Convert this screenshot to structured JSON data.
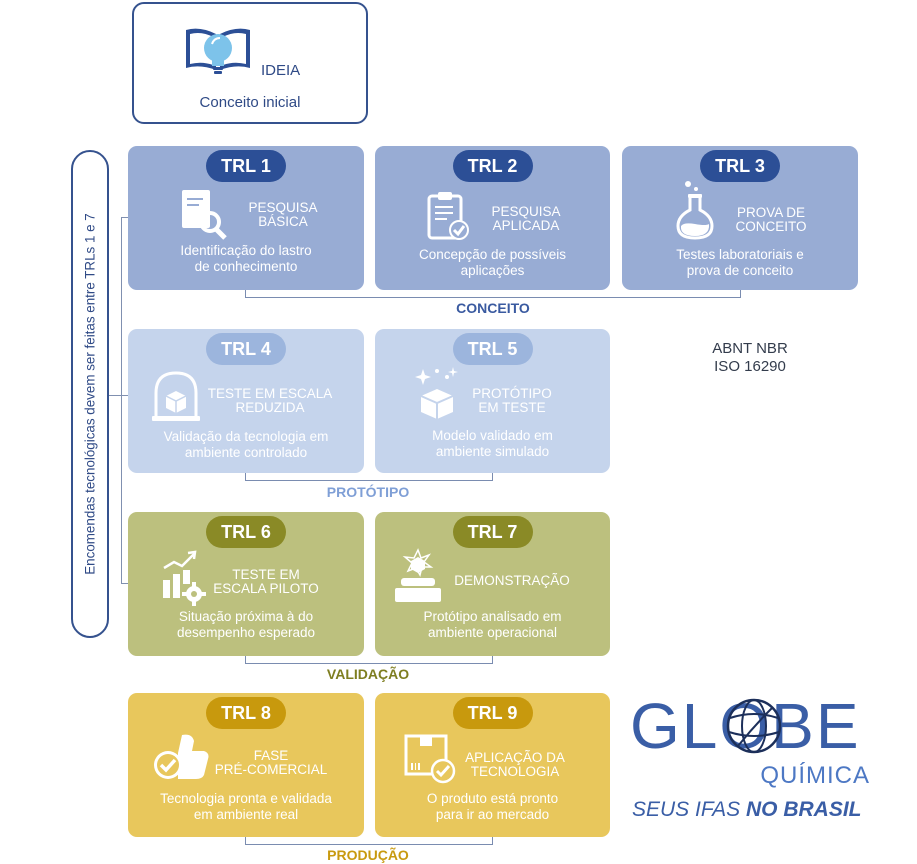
{
  "idea": {
    "title": "IDEIA",
    "subtitle": "Conceito inicial"
  },
  "side_text": "Encomendas tecnológicas devem ser feitas entre TRLs 1 e 7",
  "standard": {
    "line1": "ABNT NBR",
    "line2": "ISO 16290"
  },
  "groups": {
    "conceito": "CONCEITO",
    "prototipo": "PROTÓTIPO",
    "validacao": "VALIDAÇÃO",
    "producao": "PRODUÇÃO"
  },
  "colors": {
    "conceito_card": "#98acd4",
    "conceito_badge": "#2c4f96",
    "conceito_label": "#3a5aa0",
    "prototipo_card": "#c5d4ec",
    "prototipo_badge": "#9cb5dd",
    "prototipo_label": "#7f9fd6",
    "validacao_card": "#bcc07e",
    "validacao_badge": "#8a8a26",
    "validacao_label": "#7e7e20",
    "producao_card": "#e8c75c",
    "producao_badge": "#c8990d",
    "producao_label": "#c89a10"
  },
  "trls": [
    {
      "badge": "TRL 1",
      "title": [
        "PESQUISA",
        "BÁSICA"
      ],
      "desc": [
        "Identificação do lastro",
        "de conhecimento"
      ],
      "icon": "document-magnifier-icon"
    },
    {
      "badge": "TRL 2",
      "title": [
        "PESQUISA",
        "APLICADA"
      ],
      "desc": [
        "Concepção de possíveis",
        "aplicações"
      ],
      "icon": "clipboard-check-icon"
    },
    {
      "badge": "TRL 3",
      "title": [
        "PROVA DE",
        "CONCEITO"
      ],
      "desc": [
        "Testes laboratoriais e",
        "prova de conceito"
      ],
      "icon": "flask-icon"
    },
    {
      "badge": "TRL 4",
      "title": [
        "TESTE EM ESCALA",
        "REDUZIDA"
      ],
      "desc": [
        "Validação da tecnologia em",
        "ambiente controlado"
      ],
      "icon": "bell-jar-cube-icon"
    },
    {
      "badge": "TRL 5",
      "title": [
        "PROTÓTIPO",
        "EM TESTE"
      ],
      "desc": [
        "Modelo validado em",
        "ambiente simulado"
      ],
      "icon": "sparkle-cube-icon"
    },
    {
      "badge": "TRL 6",
      "title": [
        "TESTE EM",
        "ESCALA PILOTO"
      ],
      "desc": [
        "Situação próxima à do",
        "desempenho esperado"
      ],
      "icon": "growth-chart-gear-icon"
    },
    {
      "badge": "TRL 7",
      "title": [
        "DEMONSTRAÇÃO"
      ],
      "desc": [
        "Protótipo analisado em",
        "ambiente operacional"
      ],
      "icon": "pedestal-cube-icon"
    },
    {
      "badge": "TRL 8",
      "title": [
        "FASE",
        "PRÉ-COMERCIAL"
      ],
      "desc": [
        "Tecnologia pronta e validada",
        "em ambiente real"
      ],
      "icon": "thumbs-up-check-icon"
    },
    {
      "badge": "TRL 9",
      "title": [
        "APLICAÇÃO DA",
        "TECNOLOGIA"
      ],
      "desc": [
        "O produto está pronto",
        "para ir ao mercado"
      ],
      "icon": "box-check-icon"
    }
  ],
  "logo": {
    "main": "GLOBE",
    "sub": "QUÍMICA",
    "tag_part1": "SEUS IFAS ",
    "tag_part2": "NO BRASIL"
  }
}
